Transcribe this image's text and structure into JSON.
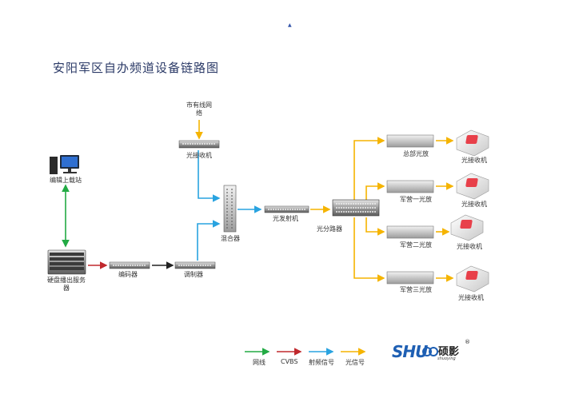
{
  "title": "安阳军区自办频道设备链路图",
  "caret": "▲",
  "nodes": {
    "cable_network": "市有线网\n络",
    "opt_receiver_top": "光接收机",
    "edit_workstation": "编辑上载站",
    "disk_server": "硬盘播出服务\n器",
    "encoder": "编码器",
    "modulator": "调制器",
    "mixer": "混合器",
    "opt_transmitter": "光发射机",
    "splitter": "光分路器",
    "amp_hq": "总部光放",
    "amp_1": "军营一光放",
    "amp_2": "军营二光放",
    "amp_3": "军营三光放",
    "recv_1": "光接收机",
    "recv_2": "光接收机",
    "recv_3": "光接收机",
    "recv_4": "光接收机"
  },
  "legend": [
    {
      "label": "网线",
      "color": "#22aa44"
    },
    {
      "label": "CVBS",
      "color": "#c0282d"
    },
    {
      "label": "射频信号",
      "color": "#29a3e0"
    },
    {
      "label": "光信号",
      "color": "#f5b400"
    }
  ],
  "colors": {
    "network": "#22aa44",
    "cvbs": "#c0282d",
    "rf": "#29a3e0",
    "optical": "#f5b400",
    "black_link": "#222222",
    "title": "#2b3a67",
    "receiver_red": "#e8404a"
  },
  "logo": {
    "text": "SHU",
    "cn": "硕影",
    "sub": "shuoying",
    "mark": "®"
  }
}
